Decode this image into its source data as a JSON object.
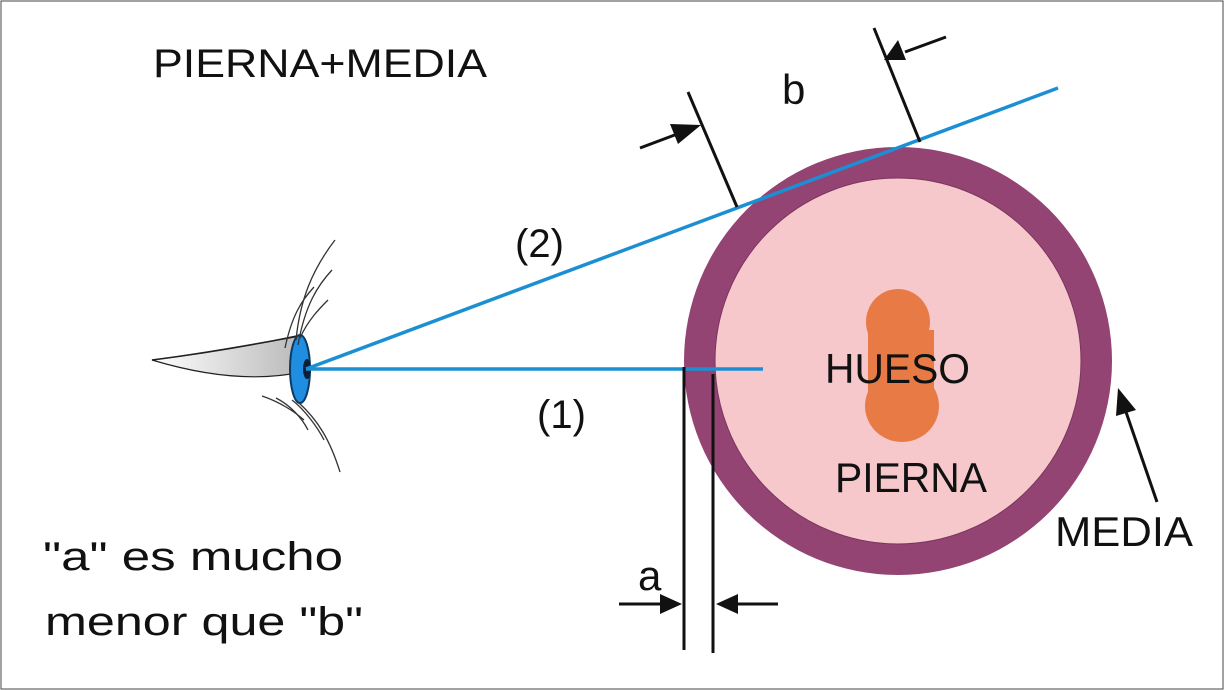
{
  "title": "PIERNA+MEDIA",
  "labels": {
    "b": "b",
    "a": "a",
    "ray2": "(2)",
    "ray1": "(1)",
    "hueso": "HUESO",
    "pierna": "PIERNA",
    "media": "MEDIA"
  },
  "note": {
    "line1": "\"a\" es mucho",
    "line2": "menor que \"b\""
  },
  "colors": {
    "background": "#ffffff",
    "stocking": "#944473",
    "leg": "#f6c8cb",
    "bone": "#e87a45",
    "ray": "#1c8fd4",
    "iris": "#1f8ee0",
    "ink": "#111111"
  }
}
